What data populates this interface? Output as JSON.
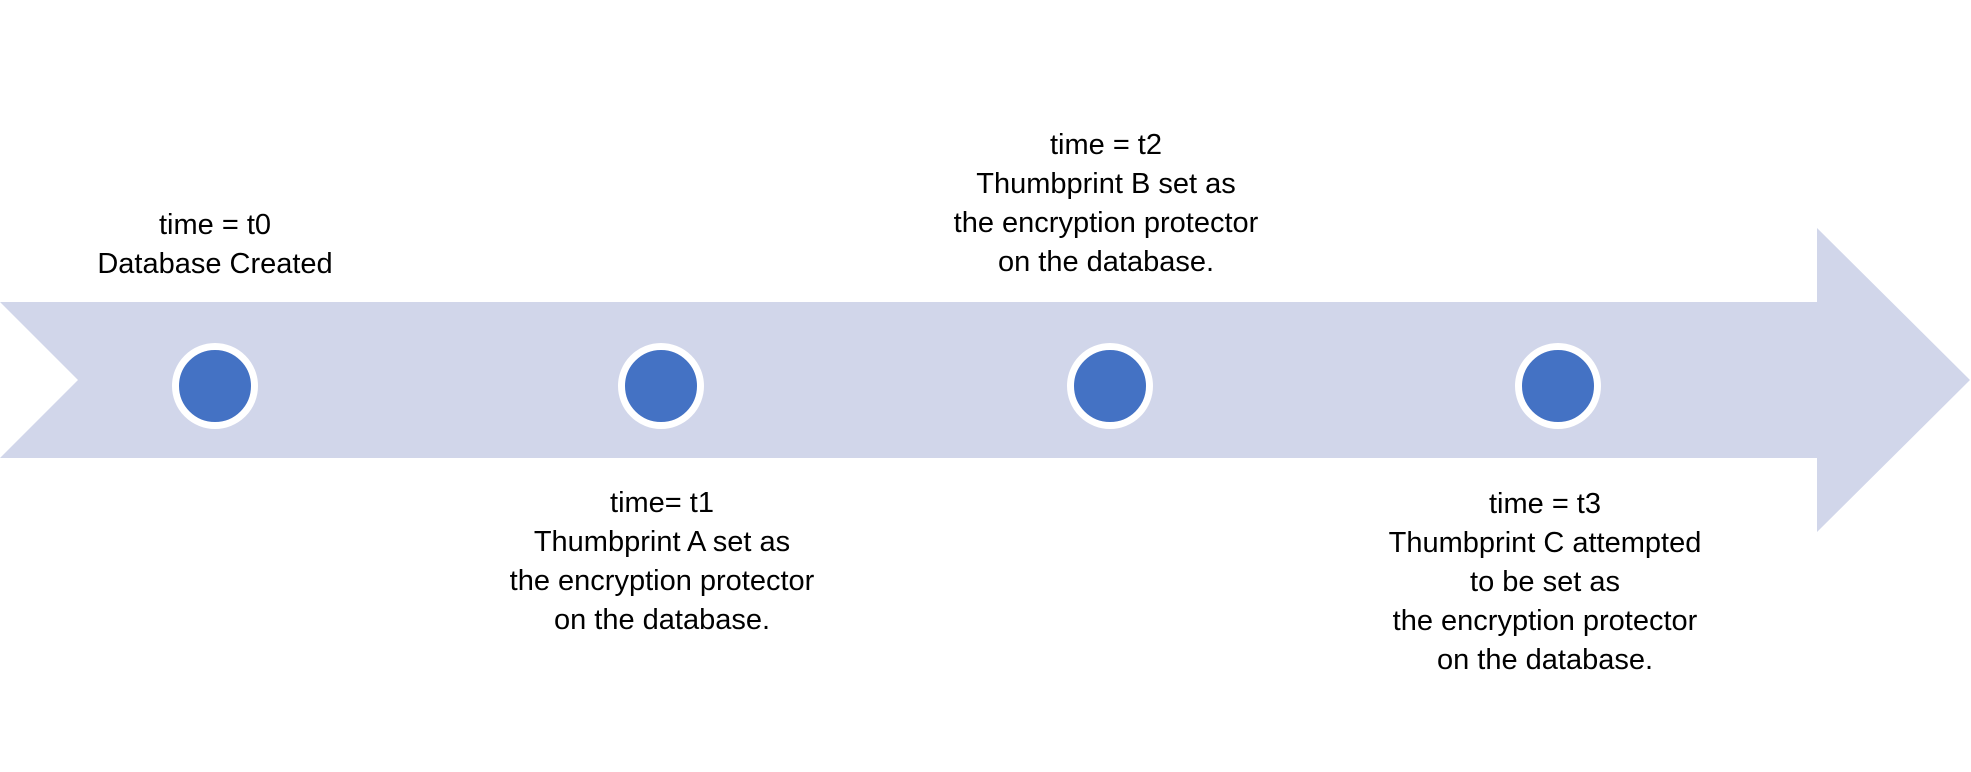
{
  "colors": {
    "background": "#FFFFFF",
    "arrow_fill": "#D1D6EA",
    "dot_fill": "#4472C4",
    "dot_ring": "#FFFFFF",
    "text": "#000000"
  },
  "timeline": {
    "type": "horizontal-arrow-timeline",
    "direction": "right",
    "events": [
      {
        "id": "t0",
        "position": "above",
        "label": "time = t0\nDatabase Created"
      },
      {
        "id": "t1",
        "position": "below",
        "label": "time= t1\nThumbprint A set as\nthe encryption protector\non the database."
      },
      {
        "id": "t2",
        "position": "above",
        "label": "time = t2\nThumbprint B set as\nthe encryption protector\non the database."
      },
      {
        "id": "t3",
        "position": "below",
        "label": "time = t3\nThumbprint C attempted\nto be set as\nthe encryption protector\non the database."
      }
    ]
  }
}
